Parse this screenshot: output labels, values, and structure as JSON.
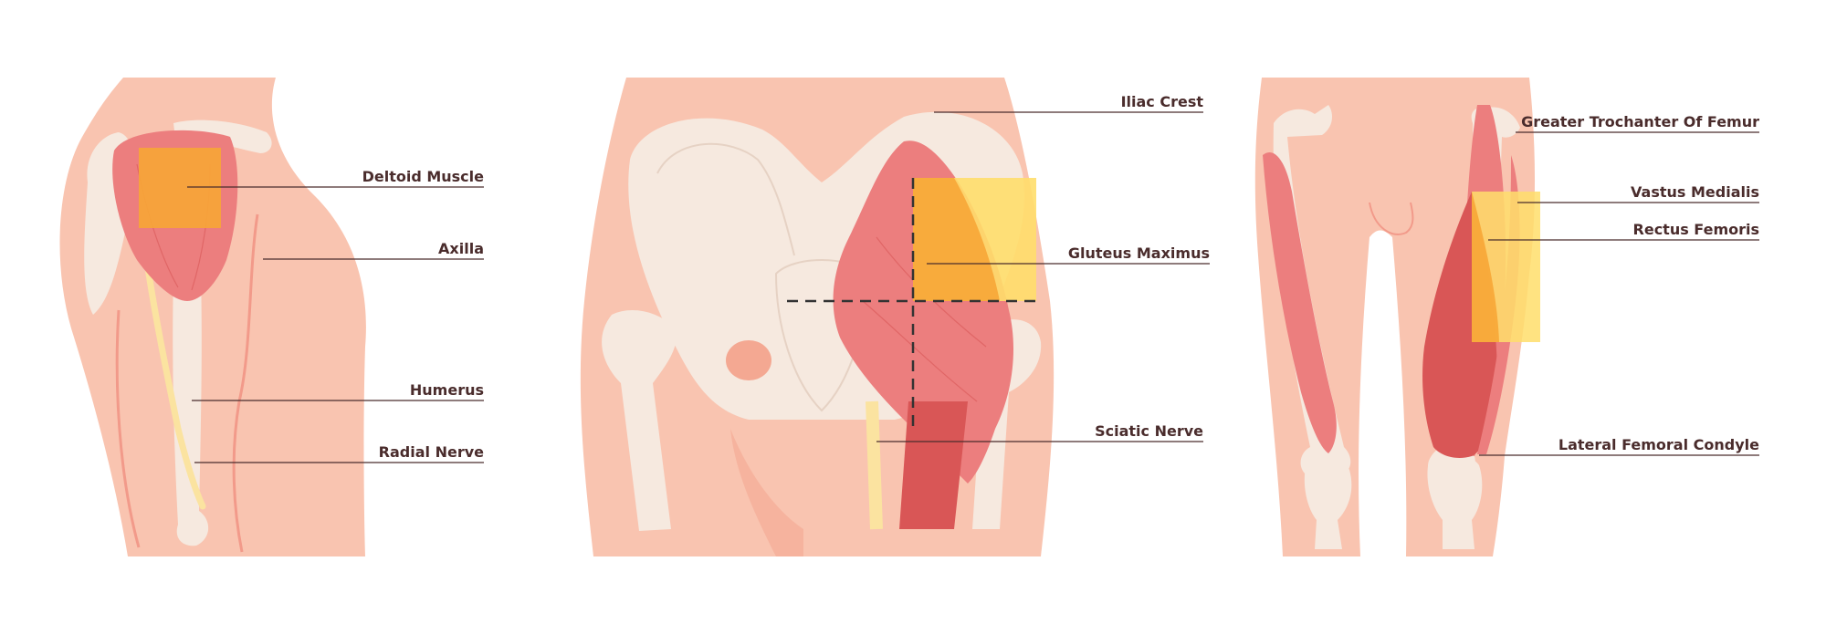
{
  "colors": {
    "skin": "#f9c4b0",
    "skin_dark": "#f4a892",
    "bone": "#f6e9df",
    "bone_line": "#e6d2c4",
    "muscle": "#ec7e7e",
    "muscle_dark": "#d95656",
    "nerve": "#fbe3a0",
    "vessel": "#f29a8a",
    "zone_orange": "#f7a636",
    "zone_yellow": "#ffde6b",
    "label": "#4a2c2c"
  },
  "panels": {
    "shoulder": {
      "labels": {
        "deltoid": "Deltoid Muscle",
        "axilla": "Axilla",
        "humerus": "Humerus",
        "radial_nerve": "Radial Nerve"
      }
    },
    "hip": {
      "labels": {
        "iliac_crest": "Iliac Crest",
        "gluteus_maximus": "Gluteus Maximus",
        "sciatic_nerve": "Sciatic Nerve"
      }
    },
    "thigh": {
      "labels": {
        "greater_trochanter": "Greater Trochanter Of Femur",
        "vastus_medialis": "Vastus Medialis",
        "rectus_femoris": "Rectus Femoris",
        "lateral_femoral_condyle": "Lateral Femoral Condyle"
      }
    }
  }
}
